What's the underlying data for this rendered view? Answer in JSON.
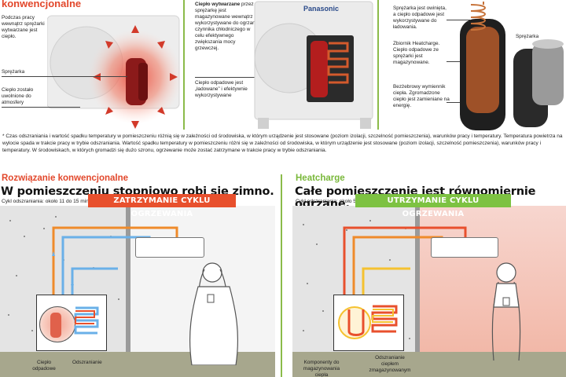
{
  "top": {
    "heading_conventional": "konwencjonalne",
    "conv_note_1": "Podczas pracy wewnątrz sprężarki wytwarzane jest ciepło.",
    "conv_label_compressor": "Sprężarka",
    "conv_note_2": "Ciepło zostało uwolnione do atmosfery",
    "hc_note_1_bold": "Ciepło wytwarzane",
    "hc_note_1": "przez sprężarkę jest magazynowane wewnątrz i wykorzystywane do ogrzania czynnika chłodniczego w celu efektywnego zwiększania mocy grzewczej.",
    "hc_note_2": "Ciepło odpadowe jest „ładowane” i efektywnie wykorzystywane",
    "brand": "Panasonic",
    "right_note_1": "Sprężarka jest owinięta, a ciepło odpadowe jest wykorzystywane do ładowania.",
    "right_note_2": "Zbiornik Heatcharge. Ciepło odpadowe ze sprężarki jest magazynowane.",
    "right_note_3": "Bezżebrowy wymiennik ciepła. Zgromadzone ciepło jest zamieniane na energię.",
    "right_label_compressor": "Sprężarka"
  },
  "footnote": "* Czas odszraniania i wartość spadku temperatury w pomieszczeniu różnią się w zależności od środowiska, w którym urządzenie jest stosowane (poziom izolacji, szczelność pomieszczenia), warunków pracy i temperatury. Temperatura powietrza na wylocie spada w trakcie pracy w trybie odszraniania. Wartość spadku temperatury w pomieszczeniu różni się w zależności od środowiska, w którym urządzenie jest stosowane (poziom izolacji, szczelność pomieszczenia), warunków pracy i temperatury. W środowiskach, w których gromadzi się dużo szronu, ogrzewanie może zostać zatrzymane w trakcie pracy w trybie odszraniania.",
  "left_panel": {
    "heading": "Rozwiązanie konwencjonalne",
    "title": "W pomieszczeniu stopniowo robi się zimno.",
    "subtitle": "Cykl odszraniania: około 11 do 15 min. Spadek temperatury w pomieszczeniu: około 5 to 6°C.",
    "banner": "ZATRZYMANIE CYKLU OGRZEWANIA",
    "label_heat": "Ciepło odpadowe",
    "label_defrost": "Odszranianie",
    "banner_color": "#e8502d"
  },
  "right_panel": {
    "heading": "Heatcharge",
    "title": "Całe pomieszczenie jest równomiernie ogrzane.",
    "subtitle": "Cykl odszraniania: około 5 do 6 min. Spadek temperatury w pomieszczeniu: około 1 to 2°C.",
    "banner": "UTRZYMANIE CYKLU OGRZEWANIA",
    "label_storage": "Komponenty do magazynowania ciepła",
    "label_defrost": "Odszranianie ciepłem zmagazynowanym",
    "banner_color": "#7dc242"
  }
}
